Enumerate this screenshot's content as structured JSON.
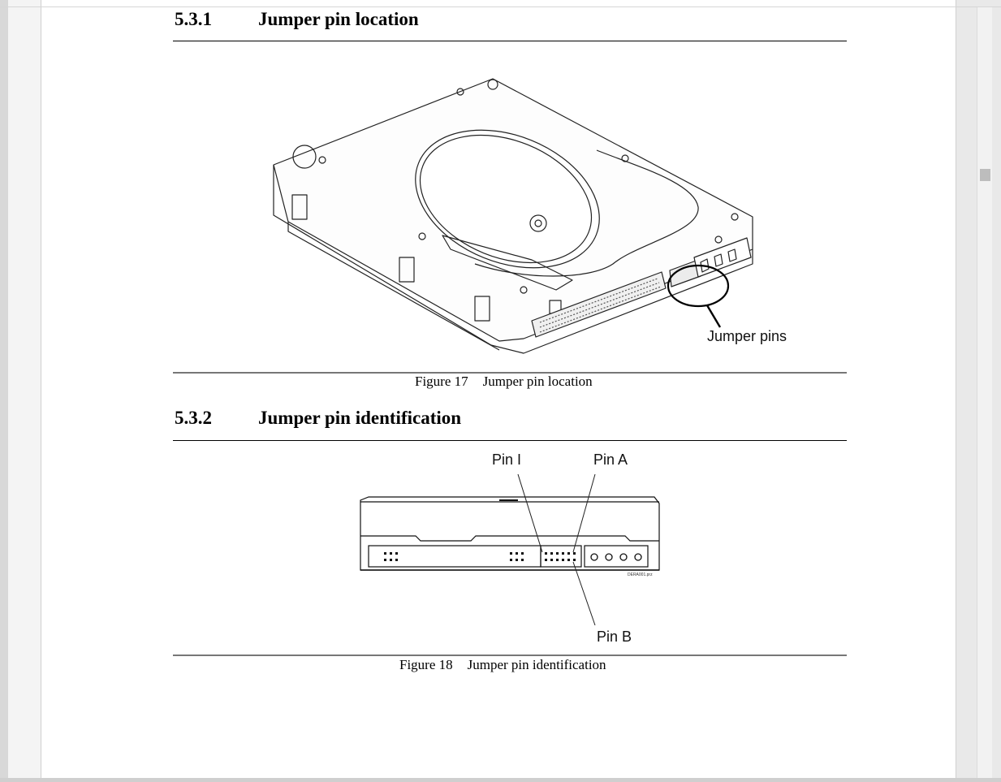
{
  "sections": [
    {
      "number": "5.3.1",
      "title": "Jumper pin location",
      "figure": {
        "label": "Figure 17",
        "caption": "Jumper pin location",
        "callout": "Jumper pins"
      }
    },
    {
      "number": "5.3.2",
      "title": "Jumper pin identification",
      "figure": {
        "label": "Figure 18",
        "caption": "Jumper pin identification",
        "callouts": {
          "pin_i": "Pin I",
          "pin_a": "Pin A",
          "pin_b": "Pin B"
        },
        "file_tag": "DERA001.prz"
      }
    }
  ]
}
